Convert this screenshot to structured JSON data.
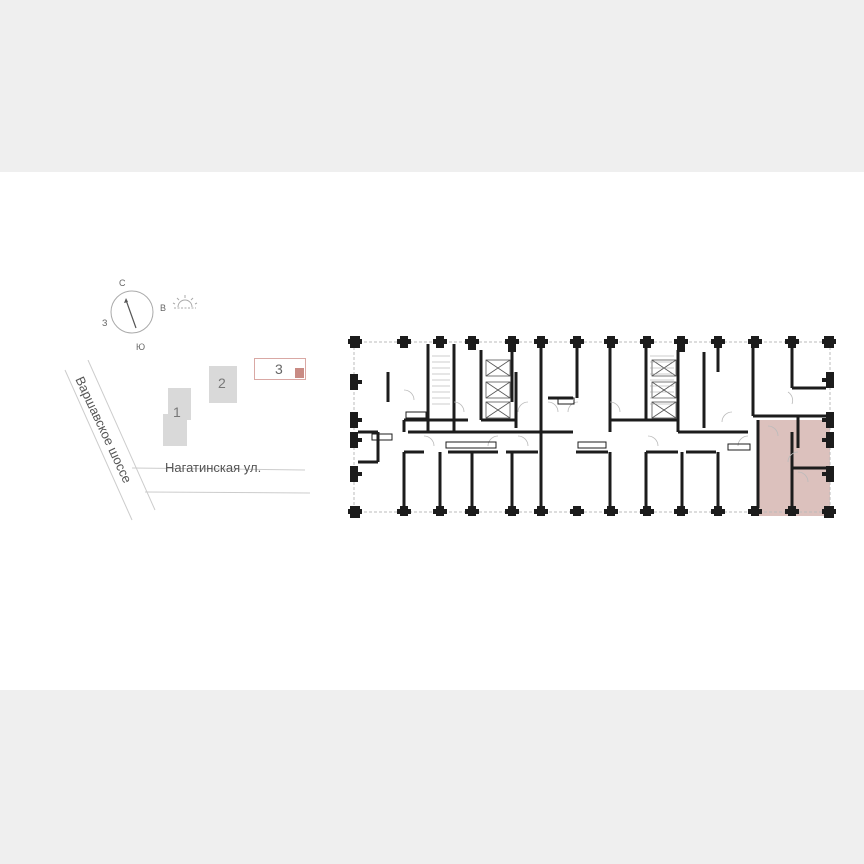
{
  "compass": {
    "north": "С",
    "east": "В",
    "south": "Ю",
    "west": "З",
    "sun_icon": "sunrise-icon"
  },
  "site_plan": {
    "buildings": [
      {
        "label": "1",
        "state": "inactive"
      },
      {
        "label": "2",
        "state": "inactive"
      },
      {
        "label": "3",
        "state": "selected"
      }
    ],
    "streets": {
      "diagonal": "Варшавское шоссе",
      "horizontal": "Нагатинская ул."
    }
  },
  "floor_plan": {
    "highlighted_apartment": "selected-unit",
    "colors": {
      "highlight": "#dcc1bd",
      "walls": "#1c1c1c",
      "building_selected_outline": "#d9a8a4",
      "building_selected_mark": "#c98b84",
      "building_inactive": "#d9d9d9",
      "background_band": "#efefef"
    }
  }
}
